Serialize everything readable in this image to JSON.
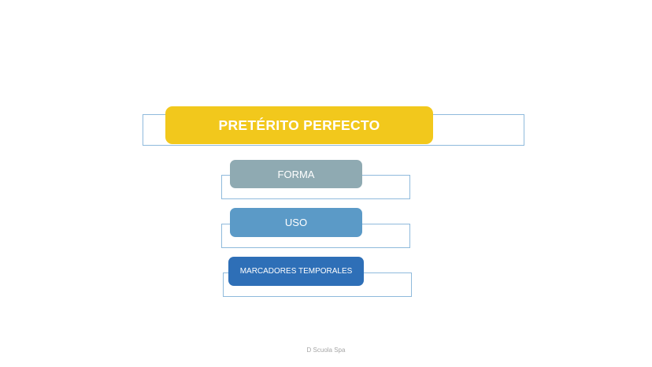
{
  "slide": {
    "title": {
      "label": "PRETÉRITO PERFECTO",
      "bg": "#f2c81c"
    },
    "sections": [
      {
        "label": "FORMA",
        "bg": "#8faab2"
      },
      {
        "label": "USO",
        "bg": "#5b9ac7"
      },
      {
        "label": "MARCADORES TEMPORALES",
        "bg": "#2e6fb7"
      }
    ],
    "outline_color": "#8fbadc",
    "footer": "D Scuola Spa"
  }
}
